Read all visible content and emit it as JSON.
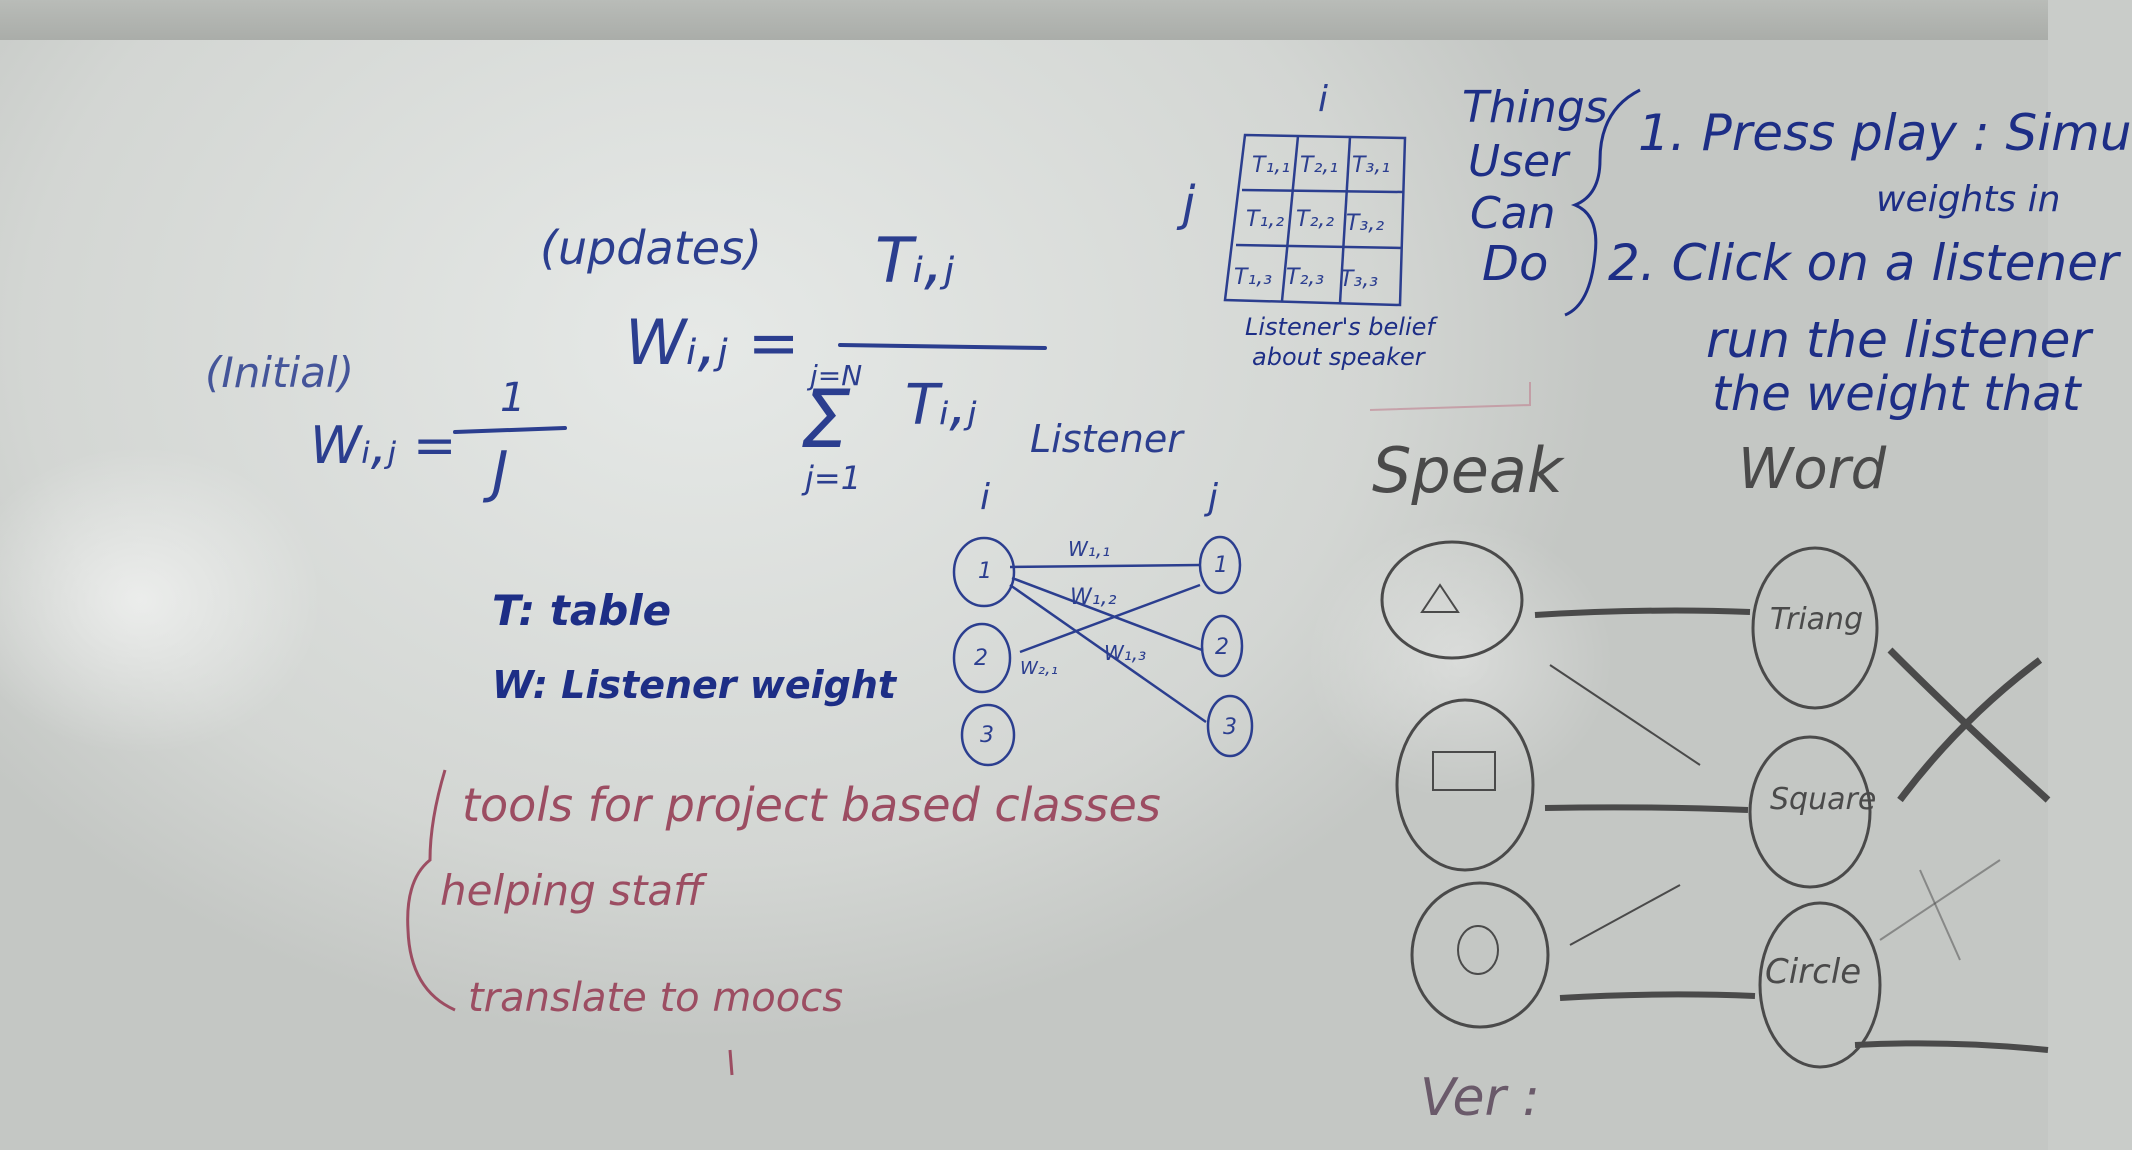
{
  "formulas": {
    "updates_label": "(updates)",
    "initial_label": "(Initial)",
    "w_ij": "Wᵢ,ⱼ =",
    "numerator": "Tᵢ,ⱼ",
    "sum_upper": "j=N",
    "sum_lower": "j=1",
    "sum_term": "Tᵢ,ⱼ",
    "initial_w": "Wᵢ,ⱼ =",
    "initial_num": "1",
    "initial_den": "J"
  },
  "legend": {
    "t_def": "T: table",
    "w_def": "W: Listener weight"
  },
  "graph": {
    "listener_label": "Listener",
    "i_label": "i",
    "j_label": "j",
    "left_nodes": [
      "1",
      "2",
      "3"
    ],
    "right_nodes": [
      "1",
      "2",
      "3"
    ],
    "edge_labels": [
      "W₁,₁",
      "W₁,₂",
      "W₁,₃",
      "W₂,₁"
    ]
  },
  "matrix": {
    "i_label": "i",
    "j_label": "j",
    "cells": [
      "T₁,₁",
      "T₂,₁",
      "T₃,₁",
      "T₁,₂",
      "T₂,₂",
      "T₃,₂",
      "T₁,₃",
      "T₂,₃",
      "T₃,₃"
    ],
    "caption_line1": "Listener's belief",
    "caption_line2": "about speaker"
  },
  "todo": {
    "heading_lines": [
      "Things",
      "User",
      "Can",
      "Do"
    ],
    "item1": "1. Press play : Simu",
    "item1_cont": "weights in",
    "item2": "2. Click on a listener",
    "item2_cont1": "run the listener",
    "item2_cont2": "the weight that"
  },
  "notes": {
    "line1": "tools for project based classes",
    "line2": "helping staff",
    "line3": "translate to moocs",
    "ver_label": "Ver :"
  },
  "diagram": {
    "speak_label": "Speak",
    "word_label": "Word",
    "words": [
      "Triang",
      "Square",
      "Circle"
    ]
  },
  "colors": {
    "blue_marker": "#2b3e8f",
    "red_marker": "#9c4d62",
    "black_marker": "#4a4a4a"
  }
}
